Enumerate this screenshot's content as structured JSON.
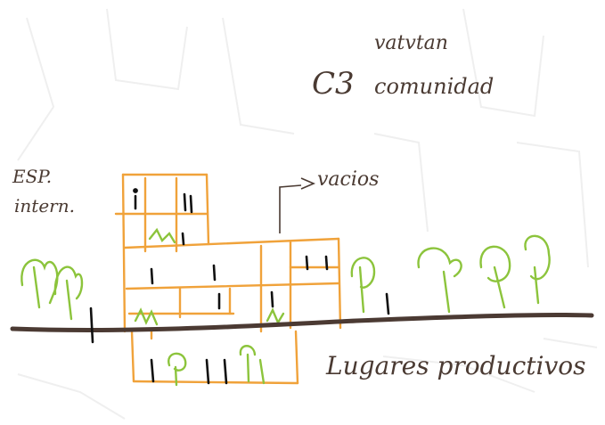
{
  "annotations": {
    "top_line1": "vatvtan",
    "top_prefix": "C3",
    "top_line2": "comunidad",
    "left_label_1": "ESP.",
    "left_label_2": "intern.",
    "voids_label": "vacios",
    "bottom_label": "Lugares productivos"
  },
  "colors": {
    "building_stroke": "#f0a23a",
    "ground": "#4b3a33",
    "vegetation": "#8cc43c",
    "ink": "#4a3a32",
    "figure": "#111111",
    "background_lines": "#ececec"
  }
}
